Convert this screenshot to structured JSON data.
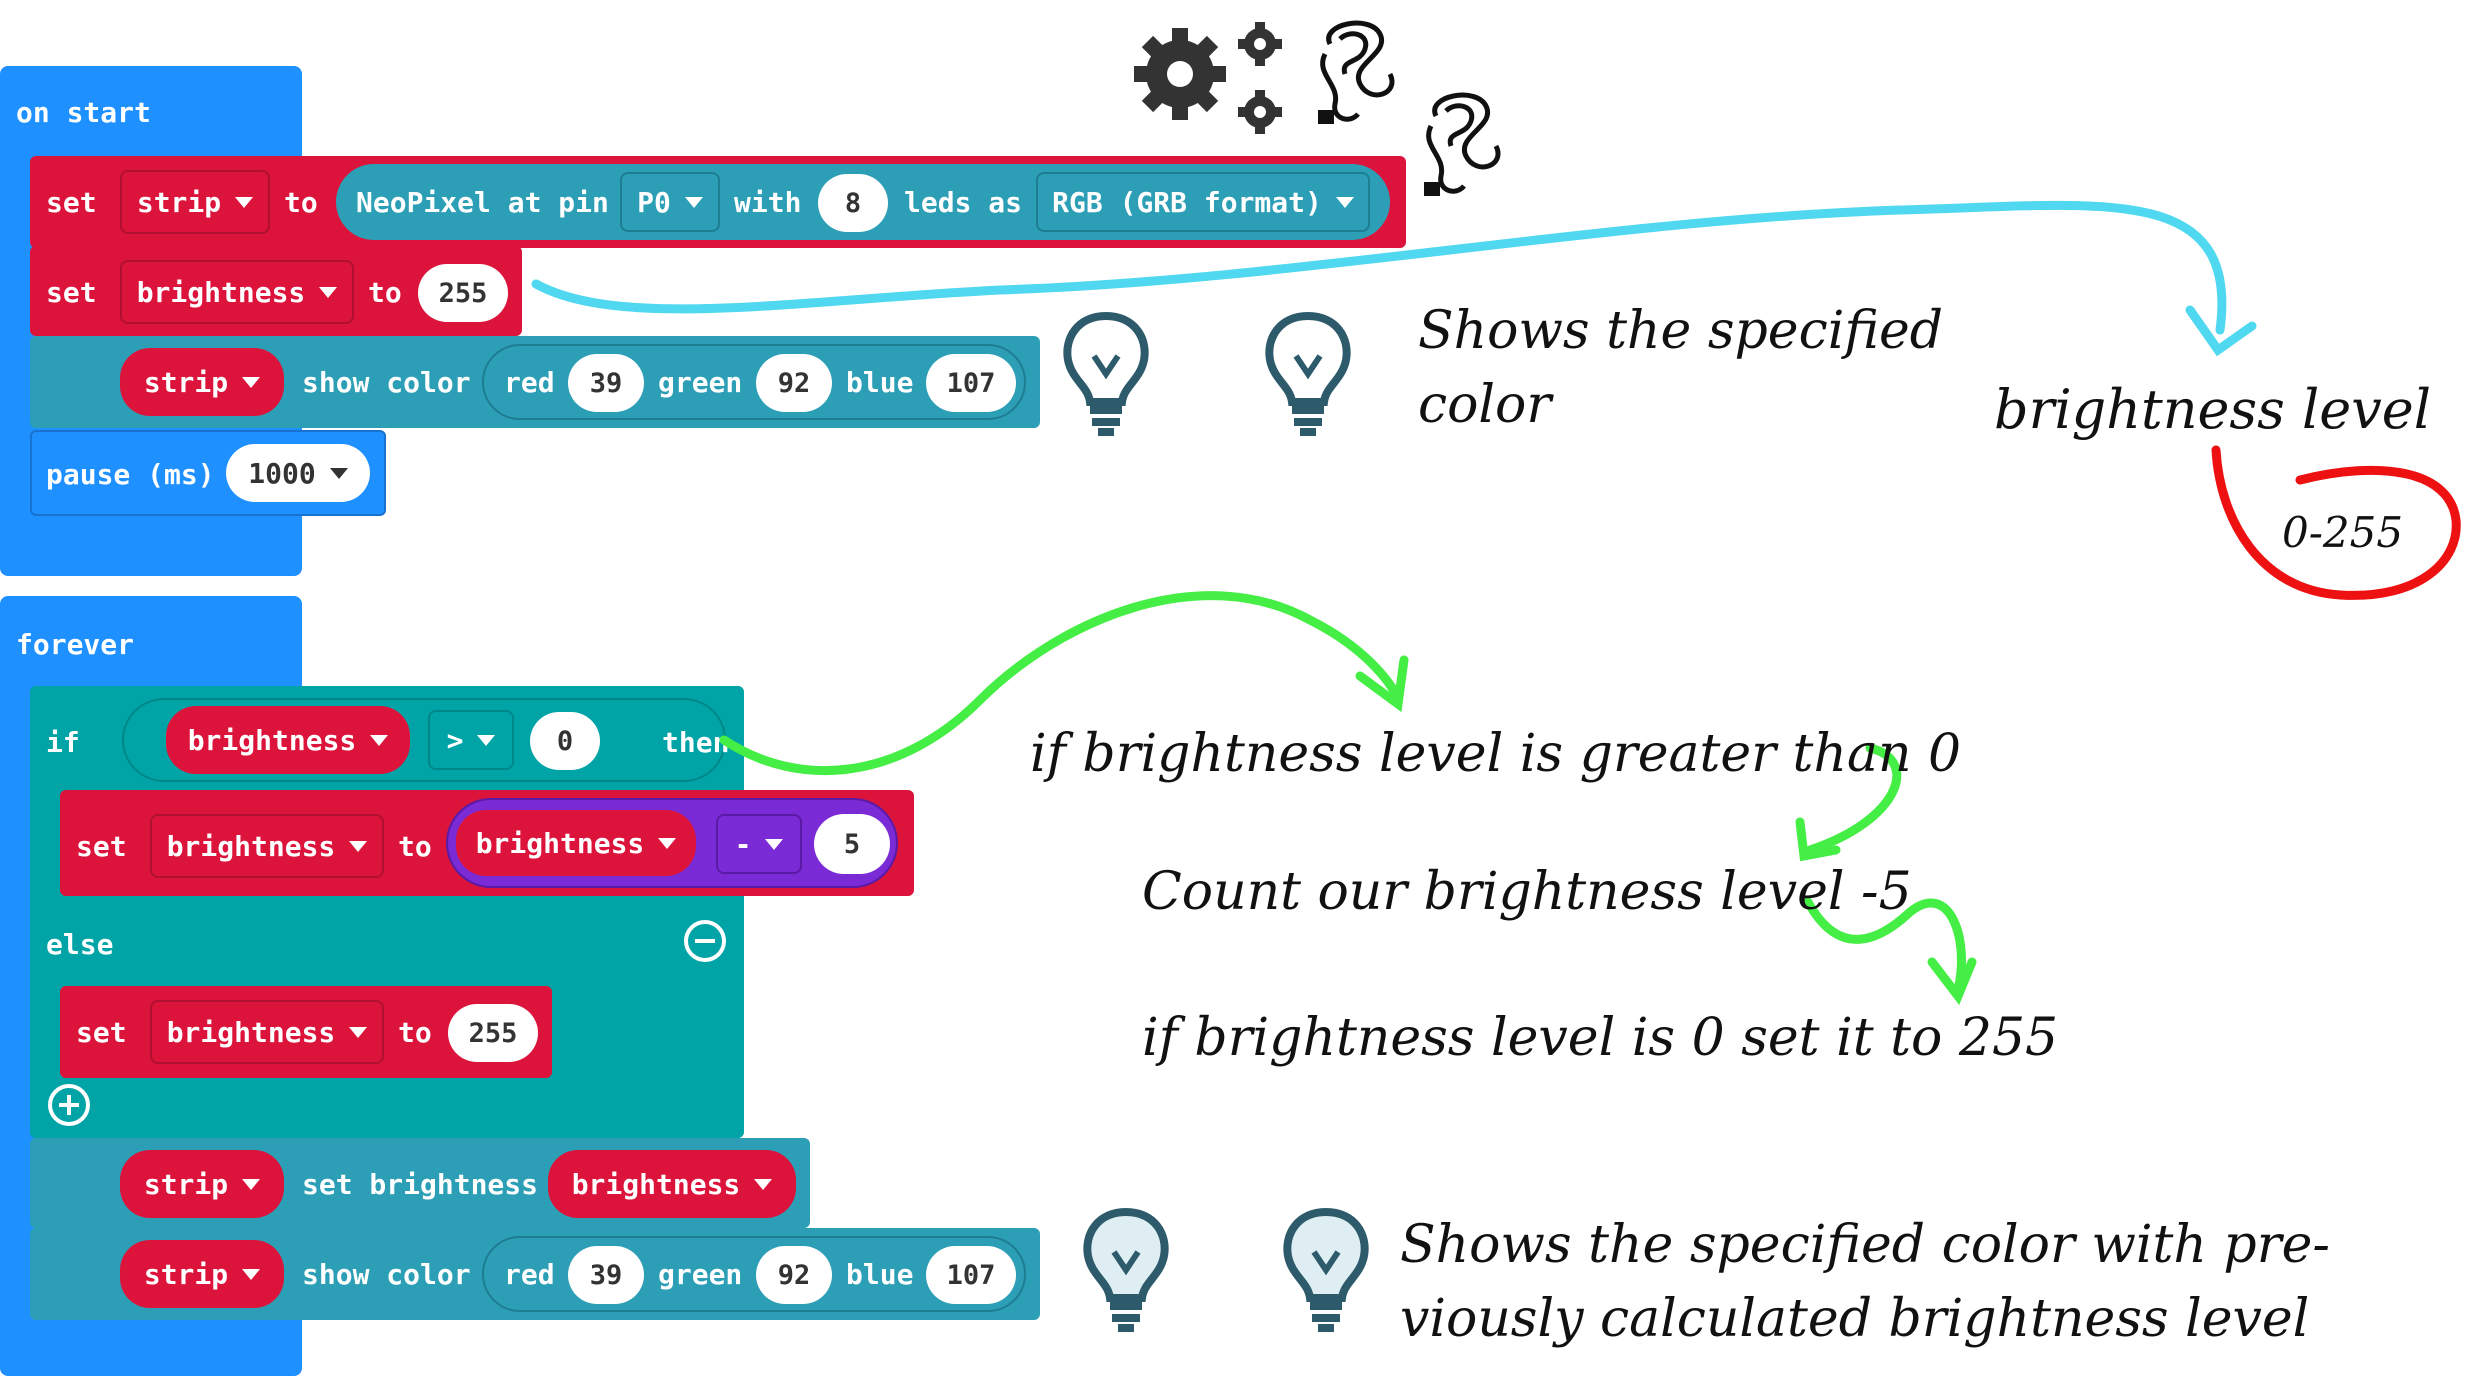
{
  "on_start": {
    "hat_label": "on start",
    "set_strip": {
      "set_label": "set",
      "var_name": "strip",
      "to_label": "to",
      "neopixel_label": "NeoPixel at pin",
      "pin_value": "P0",
      "with_label": "with",
      "leds_count": "8",
      "leds_as_label": "leds as",
      "format_value": "RGB (GRB format)"
    },
    "set_brightness": {
      "set_label": "set",
      "var_name": "brightness",
      "to_label": "to",
      "value": "255"
    },
    "show_color": {
      "var_name": "strip",
      "action_label": "show color",
      "red_label": "red",
      "red_value": "39",
      "green_label": "green",
      "green_value": "92",
      "blue_label": "blue",
      "blue_value": "107"
    },
    "pause": {
      "label": "pause (ms)",
      "value": "1000"
    }
  },
  "forever": {
    "hat_label": "forever",
    "if_block": {
      "if_label": "if",
      "var_name": "brightness",
      "operator": ">",
      "compare_value": "0",
      "then_label": "then"
    },
    "set_brightness_minus": {
      "set_label": "set",
      "var_name": "brightness",
      "to_label": "to",
      "operand_var": "brightness",
      "math_op": "-",
      "operand_value": "5"
    },
    "else_label": "else",
    "set_brightness_reset": {
      "set_label": "set",
      "var_name": "brightness",
      "to_label": "to",
      "value": "255"
    },
    "set_strip_brightness": {
      "var_name": "strip",
      "action_label": "set brightness",
      "value_var": "brightness"
    },
    "show_color": {
      "var_name": "strip",
      "action_label": "show color",
      "red_label": "red",
      "red_value": "39",
      "green_label": "green",
      "green_value": "92",
      "blue_label": "blue",
      "blue_value": "107"
    }
  },
  "annotations": {
    "shows_color": "Shows the specified\ncolor",
    "brightness_level": "brightness level",
    "brightness_range": "0-255",
    "if_greater": "if brightness level is greater than 0",
    "count_level": "Count our brightness level -5",
    "if_zero": "if brightness level is 0 set it to 255",
    "shows_color_brightness": "Shows the specified color with pre-\nviously calculated brightness level"
  },
  "colors": {
    "event_blue": "#1e90ff",
    "variable_red": "#dc143c",
    "neopixel_teal": "#2c9fb6",
    "logic_teal": "#00a4a6",
    "math_purple": "#7b2bd6",
    "arrow_cyan": "#4fd8f0",
    "arrow_green": "#44ee44",
    "circle_red": "#ee1111",
    "bulb_dark": "#2e5b6b"
  },
  "icons": [
    "gear-icon",
    "neopixel-strip-icon",
    "lightbulb-icon",
    "plus-icon",
    "minus-icon"
  ]
}
